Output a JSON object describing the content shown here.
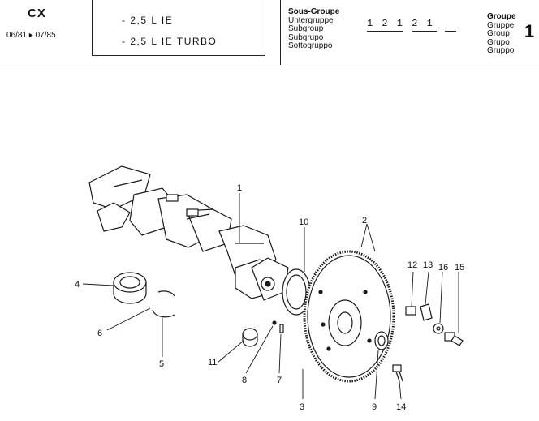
{
  "header": {
    "model": "CX",
    "years": "06/81 ▸ 07/85",
    "engine_line1": "- 2,5 L IE",
    "engine_line2": "- 2,5 L IE TURBO",
    "subgroup_labels": [
      "Sous-Groupe",
      "Untergruppe",
      "Subgroup",
      "Subgrupo",
      "Sottogruppo"
    ],
    "subgroup_code": "1 2 1   2 1",
    "group_labels": [
      "Groupe",
      "Gruppe",
      "Group",
      "Grupo",
      "Gruppo"
    ],
    "group_number": "1"
  },
  "diagram": {
    "callouts": [
      "1",
      "2",
      "3",
      "4",
      "5",
      "6",
      "7",
      "8",
      "9",
      "10",
      "11",
      "12",
      "13",
      "14",
      "15",
      "16"
    ]
  }
}
